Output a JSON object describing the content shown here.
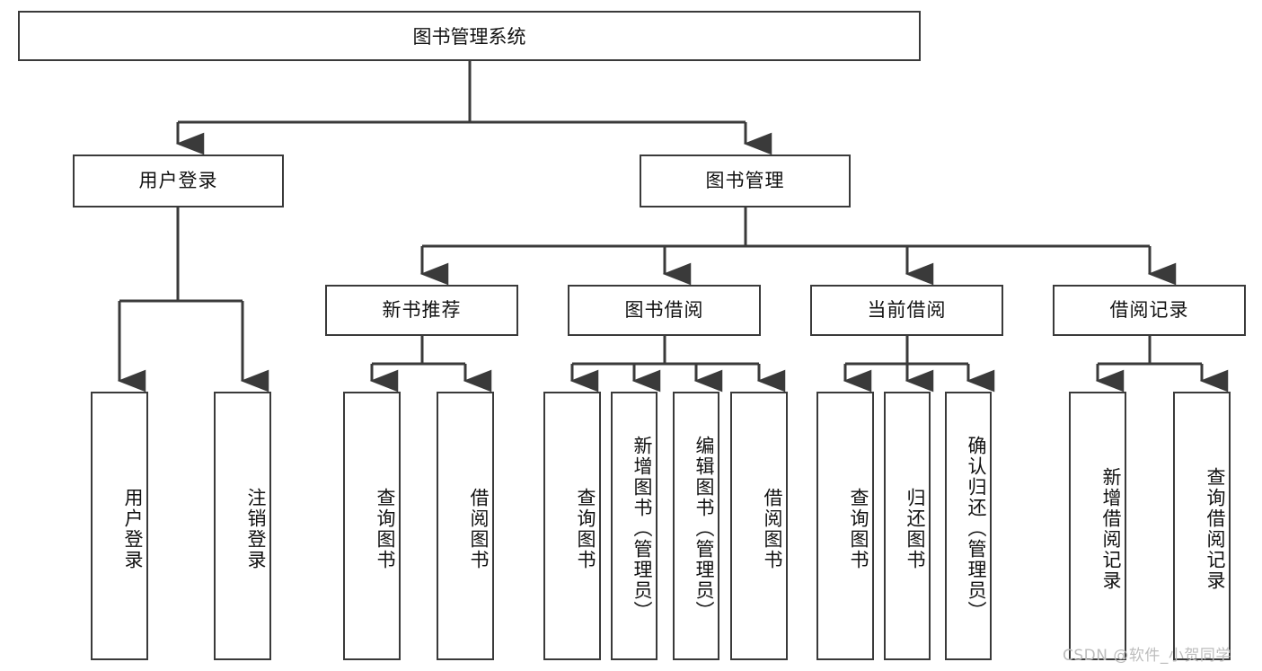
{
  "diagram": {
    "type": "tree",
    "title": "图书管理系统",
    "root": {
      "id": "root",
      "label": "图书管理系统"
    },
    "level2": [
      {
        "id": "user-login",
        "label": "用户登录"
      },
      {
        "id": "book-management",
        "label": "图书管理"
      }
    ],
    "level3": [
      {
        "id": "new-book-recommend",
        "label": "新书推荐"
      },
      {
        "id": "book-borrow",
        "label": "图书借阅"
      },
      {
        "id": "current-borrow",
        "label": "当前借阅"
      },
      {
        "id": "borrow-record",
        "label": "借阅记录"
      }
    ],
    "leaves": {
      "user_login": [
        {
          "id": "leaf-user-login",
          "label": "用户登录"
        },
        {
          "id": "leaf-logout-login",
          "label": "注销登录"
        }
      ],
      "new_book_recommend": [
        {
          "id": "leaf-query-book-1",
          "label": "查询图书"
        },
        {
          "id": "leaf-borrow-book-1",
          "label": "借阅图书"
        }
      ],
      "book_borrow": [
        {
          "id": "leaf-query-book-2",
          "label": "查询图书"
        },
        {
          "id": "leaf-add-book",
          "label": "新增图书（管理员）"
        },
        {
          "id": "leaf-edit-book",
          "label": "编辑图书（管理员）"
        },
        {
          "id": "leaf-borrow-book-2",
          "label": "借阅图书"
        }
      ],
      "current_borrow": [
        {
          "id": "leaf-query-book-3",
          "label": "查询图书"
        },
        {
          "id": "leaf-return-book",
          "label": "归还图书"
        },
        {
          "id": "leaf-confirm-return",
          "label": "确认归还（管理员）"
        }
      ],
      "borrow_record": [
        {
          "id": "leaf-add-record",
          "label": "新增借阅记录"
        },
        {
          "id": "leaf-query-record",
          "label": "查询借阅记录"
        }
      ]
    }
  },
  "watermark": {
    "text": "CSDN @软件_小贺同学"
  },
  "colors": {
    "stroke": "#3a3a3a",
    "box_fill": "#ffffff",
    "text": "#111111",
    "watermark": "#bdbdbd",
    "background": "#ffffff"
  }
}
